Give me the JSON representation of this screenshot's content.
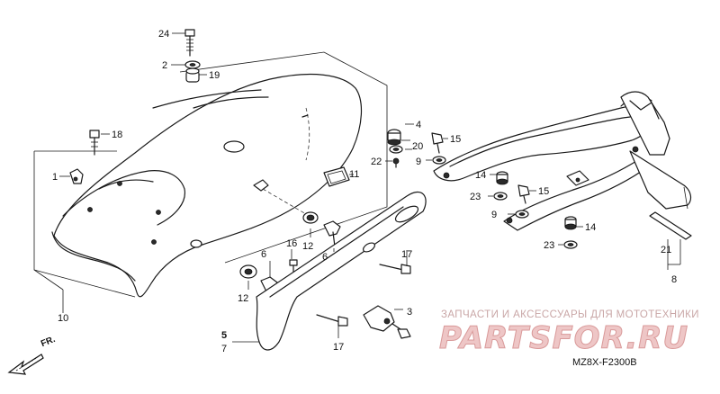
{
  "callouts": {
    "c1": "1",
    "c2": "2",
    "c3": "3",
    "c4": "4",
    "c5": "5",
    "c6a": "6",
    "c6b": "6",
    "c7": "7",
    "c8": "8",
    "c9a": "9",
    "c9b": "9",
    "c10": "10",
    "c11": "11",
    "c12a": "12",
    "c12b": "12",
    "c14a": "14",
    "c14b": "14",
    "c15a": "15",
    "c15b": "15",
    "c16": "16",
    "c17a": "17",
    "c17b": "17",
    "c18": "18",
    "c19": "19",
    "c20": "20",
    "c21": "21",
    "c22": "22",
    "c23a": "23",
    "c23b": "23",
    "c24": "24"
  },
  "front_indicator": {
    "label": "FR.",
    "icon": "front-arrow-icon"
  },
  "watermark": {
    "caption": "ЗАПЧАСТИ И АКСЕССУАРЫ ДЛЯ МОТОТЕХНИКИ",
    "logo": "PARTSFOR.RU",
    "color": "#e8b4b4"
  },
  "drawing_code": "MZ8X-F2300B"
}
